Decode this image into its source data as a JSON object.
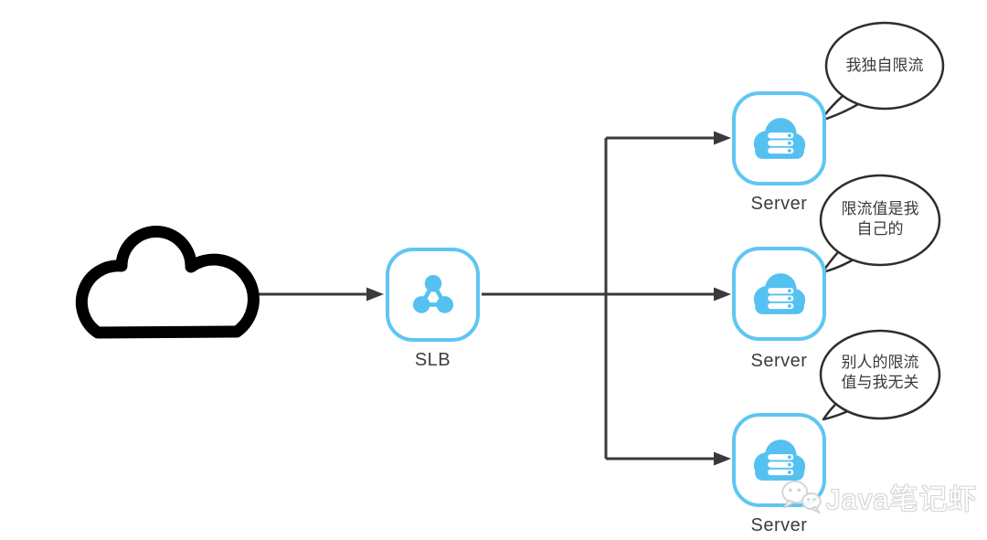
{
  "colors": {
    "accent_blue": "#54C1F0",
    "node_border_blue": "#5FC6F2",
    "connector_dark": "#3A3A3A",
    "bubble_stroke": "#2E2E2E",
    "label_text": "#3C3C3C",
    "watermark_gray": "#D6D6D6"
  },
  "nodes": {
    "cloud": {
      "icon": "internet-cloud-icon"
    },
    "slb": {
      "label": "SLB",
      "icon": "load-balancer-icon"
    },
    "servers": [
      {
        "label": "Server",
        "icon": "cloud-server-icon"
      },
      {
        "label": "Server",
        "icon": "cloud-server-icon"
      },
      {
        "label": "Server",
        "icon": "cloud-server-icon"
      }
    ]
  },
  "bubbles": [
    {
      "line1": "我独自限流"
    },
    {
      "line1": "限流值是我",
      "line2": "自己的"
    },
    {
      "line1": "别人的限流",
      "line2": "值与我无关"
    }
  ],
  "watermark": {
    "text": "Java笔记虾",
    "icon": "wechat-icon"
  }
}
